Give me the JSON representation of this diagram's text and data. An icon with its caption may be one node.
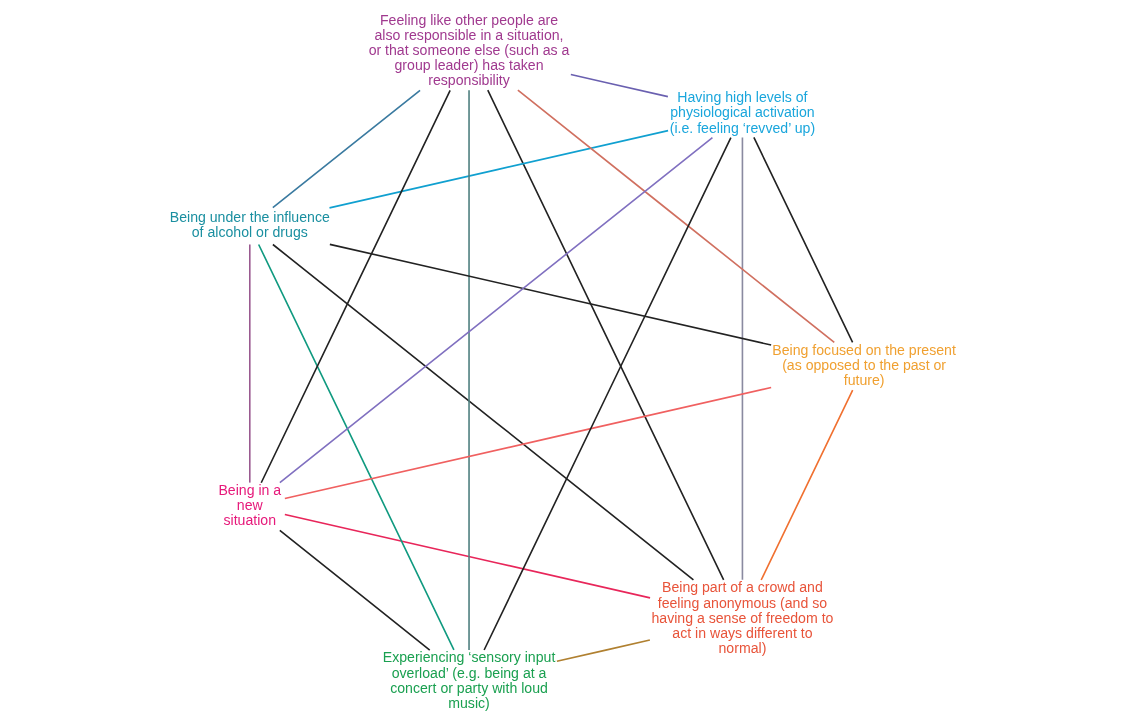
{
  "diagram": {
    "nodes": [
      {
        "text": [
          "Being part of a crowd and feeling anonymous (and so having a sense of freedom to act in ways different to normal)"
        ]
      },
      {
        "text": [
          "Being under the influence of alcohol or drugs"
        ]
      },
      {
        "text": [
          "Feeling like other people are also responsible in a situation, or that someone else (such as a group leader) has taken responsibility"
        ]
      },
      {
        "text": [
          "Being focused on the present (as opposed to the past or future)"
        ]
      },
      {
        "text": [
          "Being in a new situation"
        ]
      },
      {
        "text": [
          "Having high levels of physiological activation (i.e. feeling ‘revved’ up)"
        ]
      },
      {
        "text": [
          "Experiencing ‘sensory input overload’ (e.g. being at a concert or party with loud music)"
        ]
      }
    ],
    "edges": [
      {
        "from": 0,
        "to": 2,
        "arrow": "none"
      },
      {
        "from": 2,
        "to": 4,
        "arrow": "none"
      },
      {
        "from": 4,
        "to": 6,
        "arrow": "none"
      },
      {
        "from": 6,
        "to": 5,
        "arrow": "none"
      },
      {
        "from": 5,
        "to": 3,
        "arrow": "none"
      },
      {
        "from": 3,
        "to": 1,
        "arrow": "none"
      },
      {
        "from": 1,
        "to": 0,
        "arrow": "none"
      },
      {
        "from": 0,
        "to": 4,
        "arrow": "none",
        "color": "#e8265a"
      },
      {
        "from": 0,
        "to": 6,
        "arrow": "none",
        "color": "#b08030"
      },
      {
        "from": 0,
        "to": 5,
        "arrow": "none",
        "color": "#8a8aa0"
      },
      {
        "from": 0,
        "to": 3,
        "arrow": "none",
        "color": "#f07030"
      },
      {
        "from": 1,
        "to": 2,
        "arrow": "none",
        "color": "#3a7aa0"
      },
      {
        "from": 1,
        "to": 4,
        "arrow": "none",
        "color": "#9a5a90"
      },
      {
        "from": 1,
        "to": 6,
        "arrow": "none",
        "color": "#109a80"
      },
      {
        "from": 1,
        "to": 5,
        "arrow": "none",
        "color": "#10a0d0"
      },
      {
        "from": 2,
        "to": 3,
        "arrow": "none",
        "color": "#d07060"
      },
      {
        "from": 2,
        "to": 6,
        "arrow": "none",
        "color": "#508080"
      },
      {
        "from": 2,
        "to": 5,
        "arrow": "none",
        "color": "#6a60b0"
      },
      {
        "from": 3,
        "to": 4,
        "arrow": "none",
        "color": "#f06060"
      },
      {
        "from": 4,
        "to": 5,
        "arrow": "none",
        "color": "#8070c0"
      }
    ]
  }
}
